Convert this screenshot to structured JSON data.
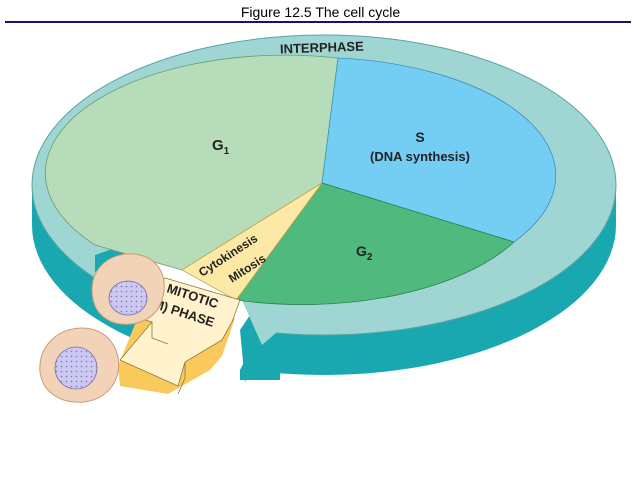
{
  "header": {
    "title": "Figure 12.5  The cell cycle"
  },
  "diagram": {
    "ring_label": "INTERPHASE",
    "sectors": {
      "g1": {
        "name": "G",
        "subscript": "1"
      },
      "s": {
        "name": "S",
        "detail": "(DNA synthesis)"
      },
      "g2": {
        "name": "G",
        "subscript": "2"
      },
      "cytokinesis": "Cytokinesis",
      "mitosis": "Mitosis"
    },
    "mitotic_label": {
      "line1": "MITOTIC",
      "line2": "(M) PHASE"
    },
    "colors": {
      "ring_top": "#9fd6d3",
      "ring_side": "#1aa8b0",
      "g1": "#b7dcb9",
      "s": "#74cdf3",
      "g2": "#4fb97e",
      "mitosis": "#fde9a6",
      "arrow": "#fff2cc",
      "cell": "#f3d3b7",
      "nucleus": "#c9c4ef"
    }
  }
}
